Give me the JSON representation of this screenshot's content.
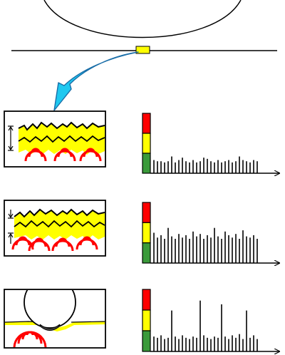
{
  "colors": {
    "line": "#000000",
    "lubricant": "#ffff00",
    "contact": "#ff0000",
    "arrow": "#1ec8f0",
    "scale_red": "#ff0000",
    "scale_yellow": "#ffff00",
    "scale_green": "#3a9a3a"
  },
  "panels": [
    {
      "id": "full-film",
      "scale_levels": [
        "red",
        "yellow",
        "green"
      ],
      "bars": [
        22,
        20,
        20,
        18,
        20,
        28,
        18,
        22,
        26,
        20,
        18,
        22,
        18,
        20,
        26,
        24,
        20,
        18,
        22,
        18,
        20,
        22,
        18,
        20,
        28,
        22,
        20,
        18,
        22,
        20
      ]
    },
    {
      "id": "mixed-film",
      "scale_levels": [
        "red",
        "yellow",
        "green"
      ],
      "bars": [
        50,
        42,
        46,
        40,
        58,
        44,
        40,
        48,
        42,
        46,
        40,
        52,
        44,
        48,
        40,
        46,
        42,
        58,
        44,
        40,
        52,
        46,
        42,
        48,
        40,
        54,
        44,
        42,
        46,
        40
      ]
    },
    {
      "id": "boundary-contact",
      "scale_levels": [
        "red",
        "yellow",
        "green"
      ],
      "bars": [
        24,
        22,
        26,
        20,
        22,
        66,
        24,
        20,
        26,
        22,
        20,
        24,
        22,
        82,
        26,
        22,
        20,
        24,
        22,
        76,
        24,
        20,
        26,
        22,
        28,
        20,
        66,
        22,
        26,
        20
      ]
    }
  ]
}
